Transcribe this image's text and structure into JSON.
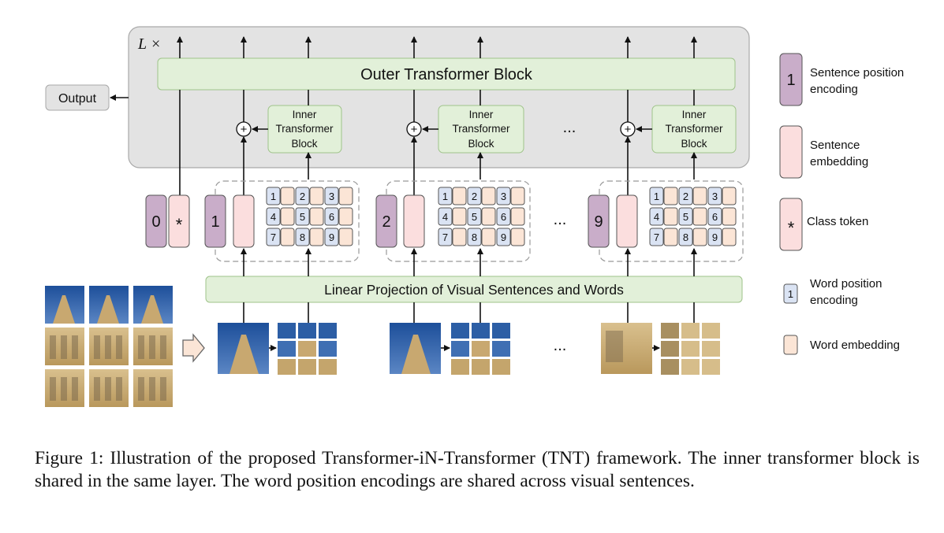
{
  "title_multiplier": "L ×",
  "outer_block_label": "Outer Transformer Block",
  "output_label": "Output",
  "inner_block_label": [
    "Inner",
    "Transformer",
    "Block"
  ],
  "plus_symbol": "+",
  "ellipsis": "...",
  "class_token_groups": [
    {
      "position": "0",
      "symbol": "*"
    }
  ],
  "sentence_groups": [
    {
      "position": "1",
      "words": [
        "1",
        "2",
        "3",
        "4",
        "5",
        "6",
        "7",
        "8",
        "9"
      ]
    },
    {
      "position": "2",
      "words": [
        "1",
        "2",
        "3",
        "4",
        "5",
        "6",
        "7",
        "8",
        "9"
      ]
    },
    {
      "position": "9",
      "words": [
        "1",
        "2",
        "3",
        "4",
        "5",
        "6",
        "7",
        "8",
        "9"
      ]
    }
  ],
  "linear_projection_label": "Linear Projection of Visual Sentences and Words",
  "legend": {
    "sentence_position": {
      "symbol": "1",
      "line1": "Sentence position",
      "line2": "encoding"
    },
    "sentence_embedding": {
      "line1": "Sentence",
      "line2": "embedding"
    },
    "class_token": {
      "symbol": "*",
      "label": "Class token"
    },
    "word_position": {
      "symbol": "1",
      "line1": "Word position",
      "line2": "encoding"
    },
    "word_embedding": {
      "label": "Word embedding"
    }
  },
  "colors": {
    "outer_panel": "#e3e3e3",
    "green_block": "#e2f0d9",
    "sentence_pos": "#c9adc9",
    "sentence_emb": "#fbdede",
    "word_pos": "#dae3f3",
    "word_emb": "#fbe5d6",
    "sky": "#2f5e9e",
    "stone": "#cdb27e"
  },
  "caption": "Figure 1: Illustration of the proposed Transformer-iN-Transformer (TNT) framework. The inner transformer block is shared in the same layer. The word position encodings are shared across visual sentences."
}
